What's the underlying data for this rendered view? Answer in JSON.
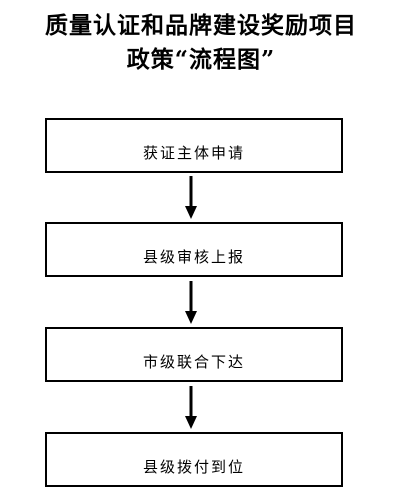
{
  "title": {
    "line1": "质量认证和品牌建设奖励项目",
    "line2": "政策“流程图”"
  },
  "steps": [
    {
      "label": "获证主体申请"
    },
    {
      "label": "县级审核上报"
    },
    {
      "label": "市级联合下达"
    },
    {
      "label": "县级拨付到位"
    }
  ],
  "colors": {
    "line": "#000000",
    "background": "#ffffff"
  }
}
